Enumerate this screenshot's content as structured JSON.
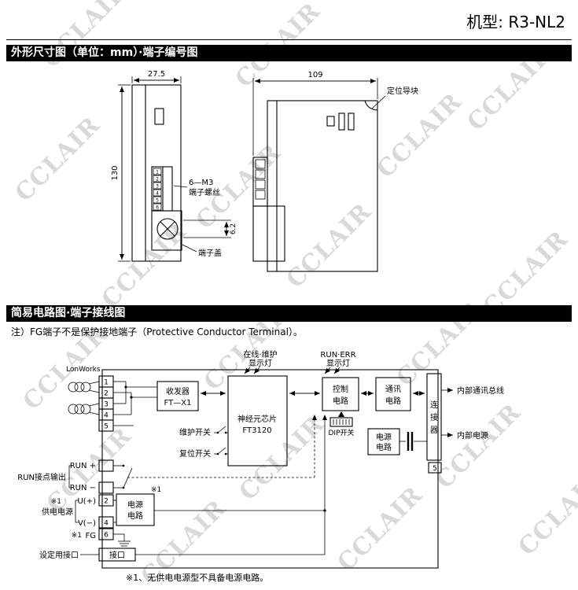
{
  "page": {
    "model_label": "机型: R3-NL2",
    "watermark": "CCLAIR"
  },
  "section1": {
    "header": "外形尺寸图（单位：mm）·端子编号图",
    "front_view": {
      "dim_width": "27.5",
      "dim_height": "130",
      "dim_cover": "6.2",
      "screw_label_line1": "6—M3",
      "screw_label_line2": "端子螺丝",
      "cover_label": "端子盖",
      "terminals": [
        "1",
        "2",
        "3",
        "4",
        "5",
        "6"
      ]
    },
    "side_view": {
      "dim_depth": "109",
      "guide_label": "定位导块"
    }
  },
  "section2": {
    "header": "简易电路图·端子接线图",
    "note": "注）FG端子不是保护接地端子（Protective Conductor Terminal）。",
    "footnote": "※1、无供电电源型不具备电源电路。",
    "left": {
      "lonworks": "LonWorks",
      "terminals": [
        "1",
        "2",
        "3",
        "4",
        "5"
      ],
      "run_plus": "RUN +",
      "run_minus": "RUN −",
      "run_contact": "RUN接点输出",
      "supply_mark": "※1",
      "supply": "供电电源",
      "u_plus": "U(+)",
      "terminal_u": "2",
      "v_minus": "V(−)",
      "terminal_v": "4",
      "fg_mark": "※1",
      "fg": "FG",
      "terminal_fg": "6",
      "config_label": "设定用接口",
      "interface": "接口",
      "power_mark": "※1",
      "power_line1": "电源",
      "power_line2": "电路"
    },
    "blocks": {
      "transceiver_line1": "收发器",
      "transceiver_line2": "FT—X1",
      "neuron_line1": "神经元芯片",
      "neuron_line2": "FT3120",
      "online_led_line1": "在线·维护",
      "online_led_line2": "显示灯",
      "runerr_led_line1": "RUN·ERR",
      "runerr_led_line2": "显示灯",
      "control_line1": "控制",
      "control_line2": "电路",
      "comm_line1": "通讯",
      "comm_line2": "电路",
      "dip": "DIP开关",
      "maint_switch": "维护开关",
      "reset_switch": "复位开关",
      "connector_char1": "连",
      "connector_char2": "接",
      "connector_char3": "器",
      "power_line1": "电源",
      "power_line2": "电路",
      "terminal5": "5"
    },
    "right": {
      "bus_label": "内部通讯总线",
      "power_label": "内部电源"
    }
  }
}
